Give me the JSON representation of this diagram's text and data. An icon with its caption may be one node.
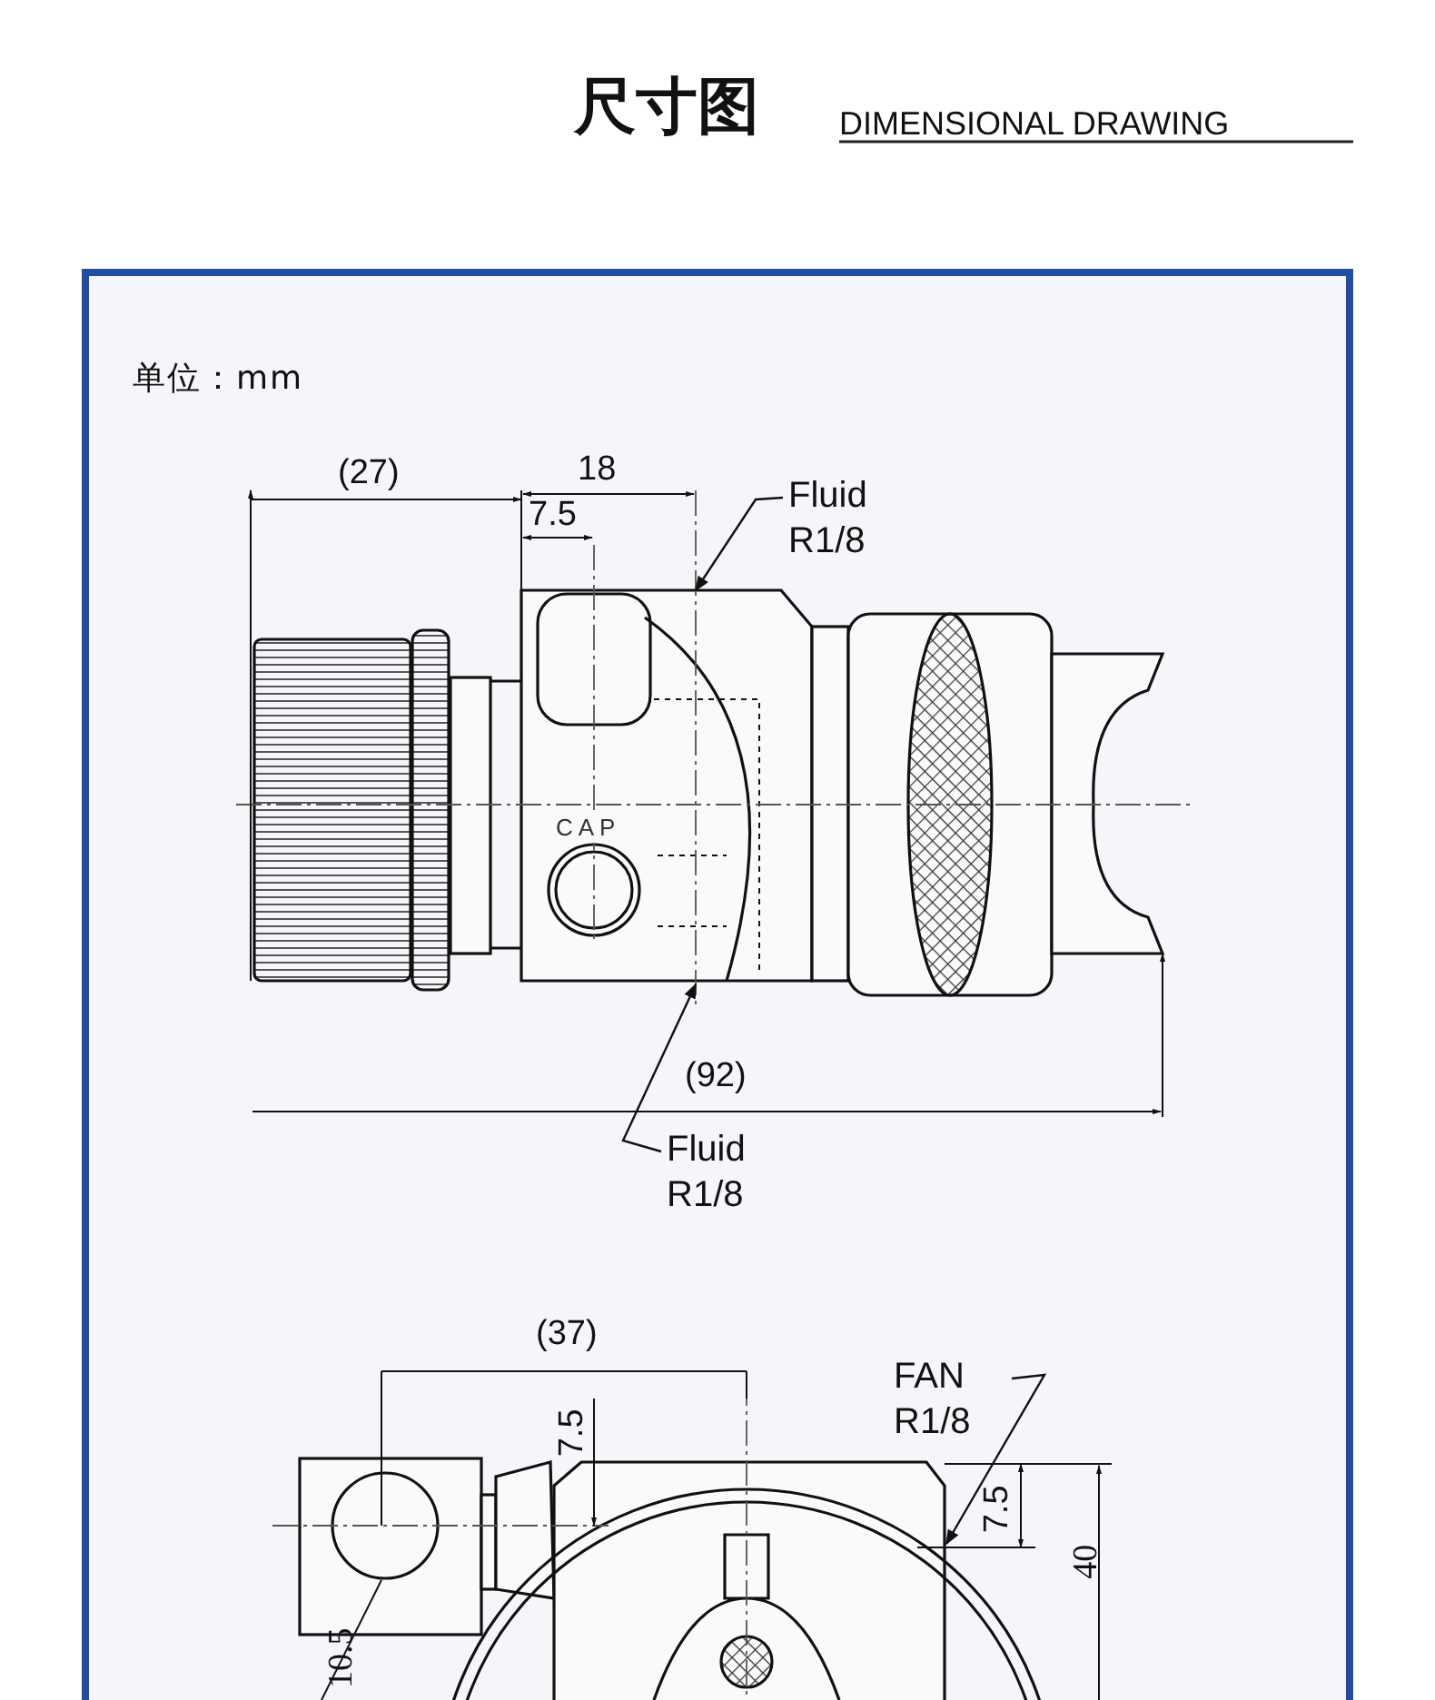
{
  "diagram": {
    "title": "尺寸图",
    "nodes": [
      {
        "text": [
          "Fluid R1/8"
        ]
      },
      {
        "text": [
          "Fluid R1/8"
        ]
      },
      {
        "text": [
          "FAN R1/8"
        ]
      }
    ],
    "edges": [
      {
        "from": 0,
        "to": null,
        "arrow": "to"
      },
      {
        "from": 1,
        "to": null,
        "arrow": "to"
      },
      {
        "from": 2,
        "to": null,
        "arrow": "to"
      }
    ],
    "labels": [
      "DIMENSIONAL DRAWING",
      "单位：mm",
      "(27)",
      "18",
      "7.5",
      "CAP",
      "(92)",
      "(37)",
      "7.5",
      "7.5",
      "40",
      "10.5"
    ]
  }
}
